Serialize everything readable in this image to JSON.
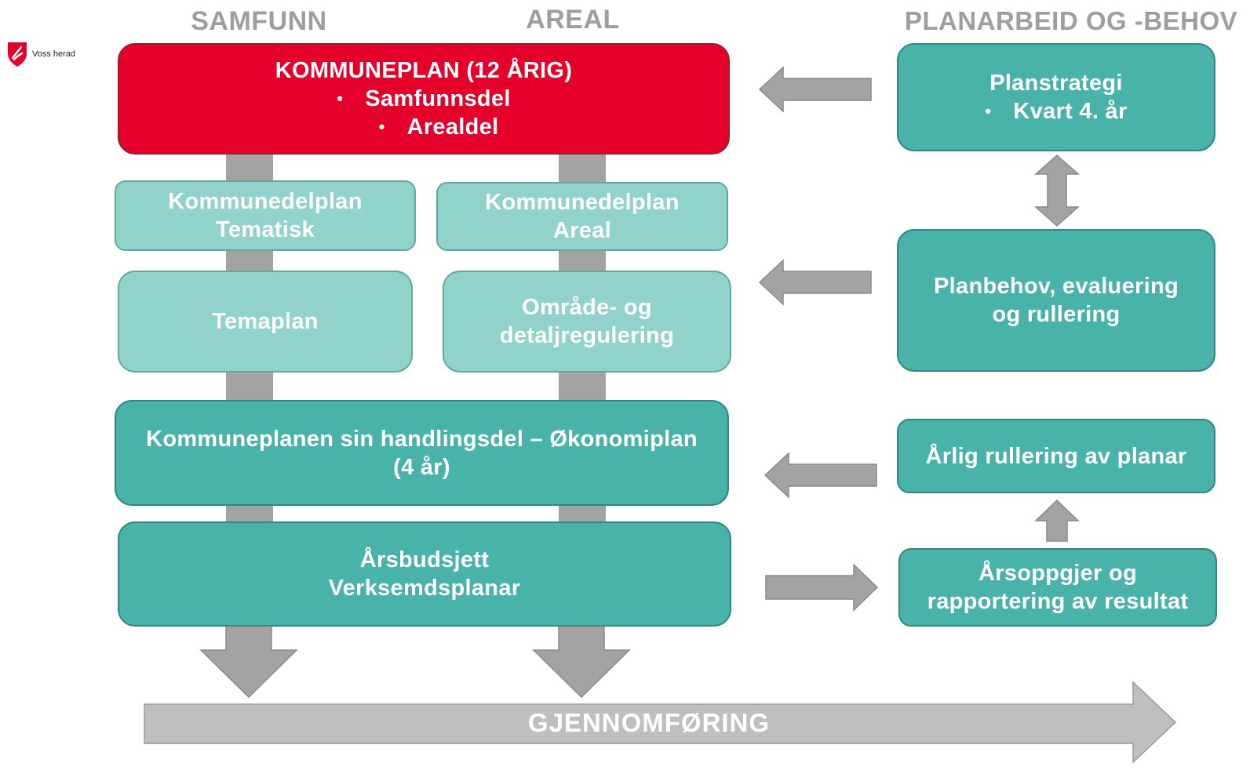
{
  "logo": {
    "text": "Voss herad",
    "colors": {
      "shield": "#e4002b"
    }
  },
  "headers": {
    "samfunn": "SAMFUNN",
    "areal": "AREAL",
    "planarbeid": "PLANARBEID OG -BEHOV"
  },
  "kommuneplan": {
    "title": "KOMMUNEPLAN (12 ÅRIG)",
    "bullets": [
      "Samfunnsdel",
      "Arealdel"
    ]
  },
  "kommunedelplan_tematisk": {
    "line1": "Kommunedelplan",
    "line2": "Tematisk"
  },
  "kommunedelplan_areal": {
    "line1": "Kommunedelplan",
    "line2": "Areal"
  },
  "temaplan": {
    "text": "Temaplan"
  },
  "regulering": {
    "line1": "Område- og",
    "line2": "detaljregulering"
  },
  "handlingsdel": {
    "line1": "Kommuneplanen sin handlingsdel – Økonomiplan",
    "line2": "(4 år)"
  },
  "arsbudsjett": {
    "line1": "Årsbudsjett",
    "line2": "Verksemdsplanar"
  },
  "planstrategi": {
    "title": "Planstrategi",
    "bullet": "Kvart 4. år"
  },
  "planbehov": {
    "line1": "Planbehov, evaluering",
    "line2": "og rullering"
  },
  "arlig": {
    "text": "Årlig rullering av planar"
  },
  "arsoppgjer": {
    "line1": "Årsoppgjer og",
    "line2": "rapportering av resultat"
  },
  "gjennomforing": {
    "text": "GJENNOMFØRING"
  },
  "colors": {
    "red": "#e4002b",
    "teal": "#49b2a9",
    "light_teal": "#91d3cb",
    "arrow_gray": "#a3a3a3",
    "header_gray": "#9e9e9e"
  }
}
